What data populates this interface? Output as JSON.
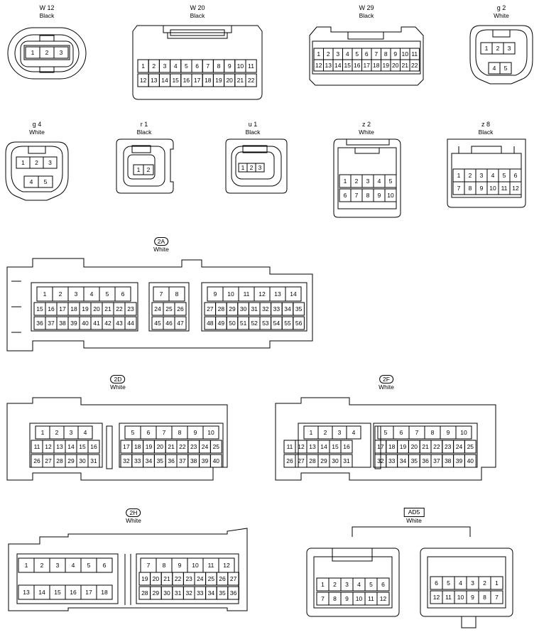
{
  "connectors": {
    "w12": {
      "id": "W 12",
      "color": "Black",
      "pins": [
        "1",
        "2",
        "3"
      ]
    },
    "w20": {
      "id": "W 20",
      "color": "Black",
      "rows": [
        [
          "1",
          "2",
          "3",
          "4",
          "5",
          "6",
          "7",
          "8",
          "9",
          "10",
          "11"
        ],
        [
          "12",
          "13",
          "14",
          "15",
          "16",
          "17",
          "18",
          "19",
          "20",
          "21",
          "22"
        ]
      ]
    },
    "w29": {
      "id": "W 29",
      "color": "Black",
      "rows": [
        [
          "1",
          "2",
          "3",
          "4",
          "5",
          "6",
          "7",
          "8",
          "9",
          "10",
          "11"
        ],
        [
          "12",
          "13",
          "14",
          "15",
          "16",
          "17",
          "18",
          "19",
          "20",
          "21",
          "22"
        ]
      ]
    },
    "g2": {
      "id": "g 2",
      "color": "White",
      "rows": [
        [
          "1",
          "2",
          "3"
        ],
        [
          "4",
          "5"
        ]
      ]
    },
    "g4": {
      "id": "g 4",
      "color": "White",
      "rows": [
        [
          "1",
          "2",
          "3"
        ],
        [
          "4",
          "5"
        ]
      ]
    },
    "r1": {
      "id": "r 1",
      "color": "Black",
      "pins": [
        "1",
        "2"
      ]
    },
    "u1": {
      "id": "u 1",
      "color": "Black",
      "pins": [
        "1",
        "2",
        "3"
      ]
    },
    "z2": {
      "id": "z 2",
      "color": "White",
      "rows": [
        [
          "1",
          "2",
          "3",
          "4",
          "5"
        ],
        [
          "6",
          "7",
          "8",
          "9",
          "10"
        ]
      ]
    },
    "z8": {
      "id": "z 8",
      "color": "Black",
      "rows": [
        [
          "1",
          "2",
          "3",
          "4",
          "5",
          "6"
        ],
        [
          "7",
          "8",
          "9",
          "10",
          "11",
          "12"
        ]
      ]
    },
    "c2a": {
      "id": "2A",
      "color": "White",
      "blocks": [
        [
          [
            "1",
            "2",
            "3",
            "4",
            "5",
            "6"
          ],
          [
            "15",
            "16",
            "17",
            "18",
            "19",
            "20",
            "21",
            "22",
            "23"
          ],
          [
            "36",
            "37",
            "38",
            "39",
            "40",
            "41",
            "42",
            "43",
            "44"
          ]
        ],
        [
          [
            "7",
            "8"
          ],
          [
            "24",
            "25",
            "26"
          ],
          [
            "45",
            "46",
            "47"
          ]
        ],
        [
          [
            "9",
            "10",
            "11",
            "12",
            "13",
            "14"
          ],
          [
            "27",
            "28",
            "29",
            "30",
            "31",
            "32",
            "33",
            "34",
            "35"
          ],
          [
            "48",
            "49",
            "50",
            "51",
            "52",
            "53",
            "54",
            "55",
            "56"
          ]
        ]
      ]
    },
    "c2d": {
      "id": "2D",
      "color": "White",
      "blocks": [
        [
          [
            "1",
            "2",
            "3",
            "4"
          ],
          [
            "11",
            "12",
            "13",
            "14",
            "15",
            "16"
          ],
          [
            "26",
            "27",
            "28",
            "29",
            "30",
            "31"
          ]
        ],
        [
          [
            "5",
            "6",
            "7",
            "8",
            "9",
            "10"
          ],
          [
            "17",
            "18",
            "19",
            "20",
            "21",
            "22",
            "23",
            "24",
            "25"
          ],
          [
            "32",
            "33",
            "34",
            "35",
            "36",
            "37",
            "38",
            "39",
            "40"
          ]
        ]
      ]
    },
    "c2f": {
      "id": "2F",
      "color": "White",
      "blocks": [
        [
          [
            "1",
            "2",
            "3",
            "4"
          ],
          [
            "11",
            "12",
            "13",
            "14",
            "15",
            "16"
          ],
          [
            "26",
            "27",
            "28",
            "29",
            "30",
            "31"
          ]
        ],
        [
          [
            "5",
            "6",
            "7",
            "8",
            "9",
            "10"
          ],
          [
            "17",
            "18",
            "19",
            "20",
            "21",
            "22",
            "23",
            "24",
            "25"
          ],
          [
            "32",
            "33",
            "34",
            "35",
            "36",
            "37",
            "38",
            "39",
            "40"
          ]
        ]
      ]
    },
    "c2h": {
      "id": "2H",
      "color": "White",
      "blocks": [
        [
          [
            "1",
            "2",
            "3",
            "4",
            "5",
            "6"
          ],
          [
            "13",
            "14",
            "15",
            "16",
            "17",
            "18"
          ]
        ],
        [
          [
            "7",
            "8",
            "9",
            "10",
            "11",
            "12"
          ],
          [
            "19",
            "20",
            "21",
            "22",
            "23",
            "24",
            "25",
            "26",
            "27"
          ],
          [
            "28",
            "29",
            "30",
            "31",
            "32",
            "33",
            "34",
            "35",
            "36"
          ]
        ]
      ]
    },
    "ad5": {
      "id": "AD5",
      "color": "White",
      "left": [
        [
          "1",
          "2",
          "3",
          "4",
          "5",
          "6"
        ],
        [
          "7",
          "8",
          "9",
          "10",
          "11",
          "12"
        ]
      ],
      "right": [
        [
          "6",
          "5",
          "4",
          "3",
          "2",
          "1"
        ],
        [
          "12",
          "11",
          "10",
          "9",
          "8",
          "7"
        ]
      ]
    }
  }
}
